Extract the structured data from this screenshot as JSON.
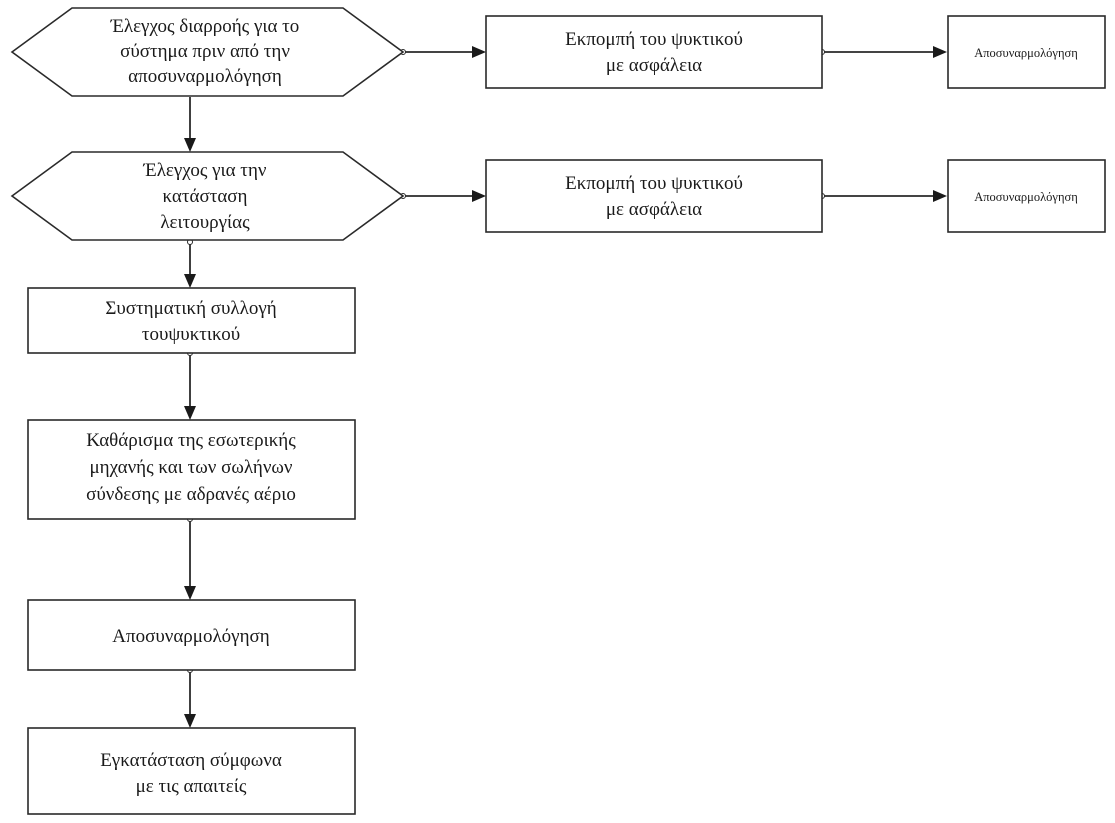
{
  "diagram": {
    "decision_leak_check": {
      "lines": [
        "Έλεγχος διαρροής για το",
        "σύστημα πριν από την",
        "αποσυναρμολόγηση"
      ]
    },
    "emit_refrigerant_1": {
      "lines": [
        "Εκπομπή του ψυκτικού",
        "με ασφάλεια"
      ]
    },
    "disassembly_1": {
      "lines": [
        "Αποσυναρμολόγηση"
      ]
    },
    "decision_operation_check": {
      "lines": [
        "Έλεγχος για την",
        "κατάσταση",
        "λειτουργίας"
      ]
    },
    "emit_refrigerant_2": {
      "lines": [
        "Εκπομπή του ψυκτικού",
        "με ασφάλεια"
      ]
    },
    "disassembly_2": {
      "lines": [
        "Αποσυναρμολόγηση"
      ]
    },
    "collection": {
      "lines": [
        "Συστηματική συλλογή",
        "τουψυκτικού"
      ]
    },
    "cleaning": {
      "lines": [
        "Καθάρισμα της εσωτερικής",
        "μηχανής και των σωλήνων",
        "σύνδεσης με αδρανές αέριο"
      ]
    },
    "disassembly_main": {
      "lines": [
        "Αποσυναρμολόγηση"
      ]
    },
    "installation": {
      "lines": [
        "Εγκατάσταση σύμφωνα",
        "με τις απαιτείς"
      ]
    }
  }
}
